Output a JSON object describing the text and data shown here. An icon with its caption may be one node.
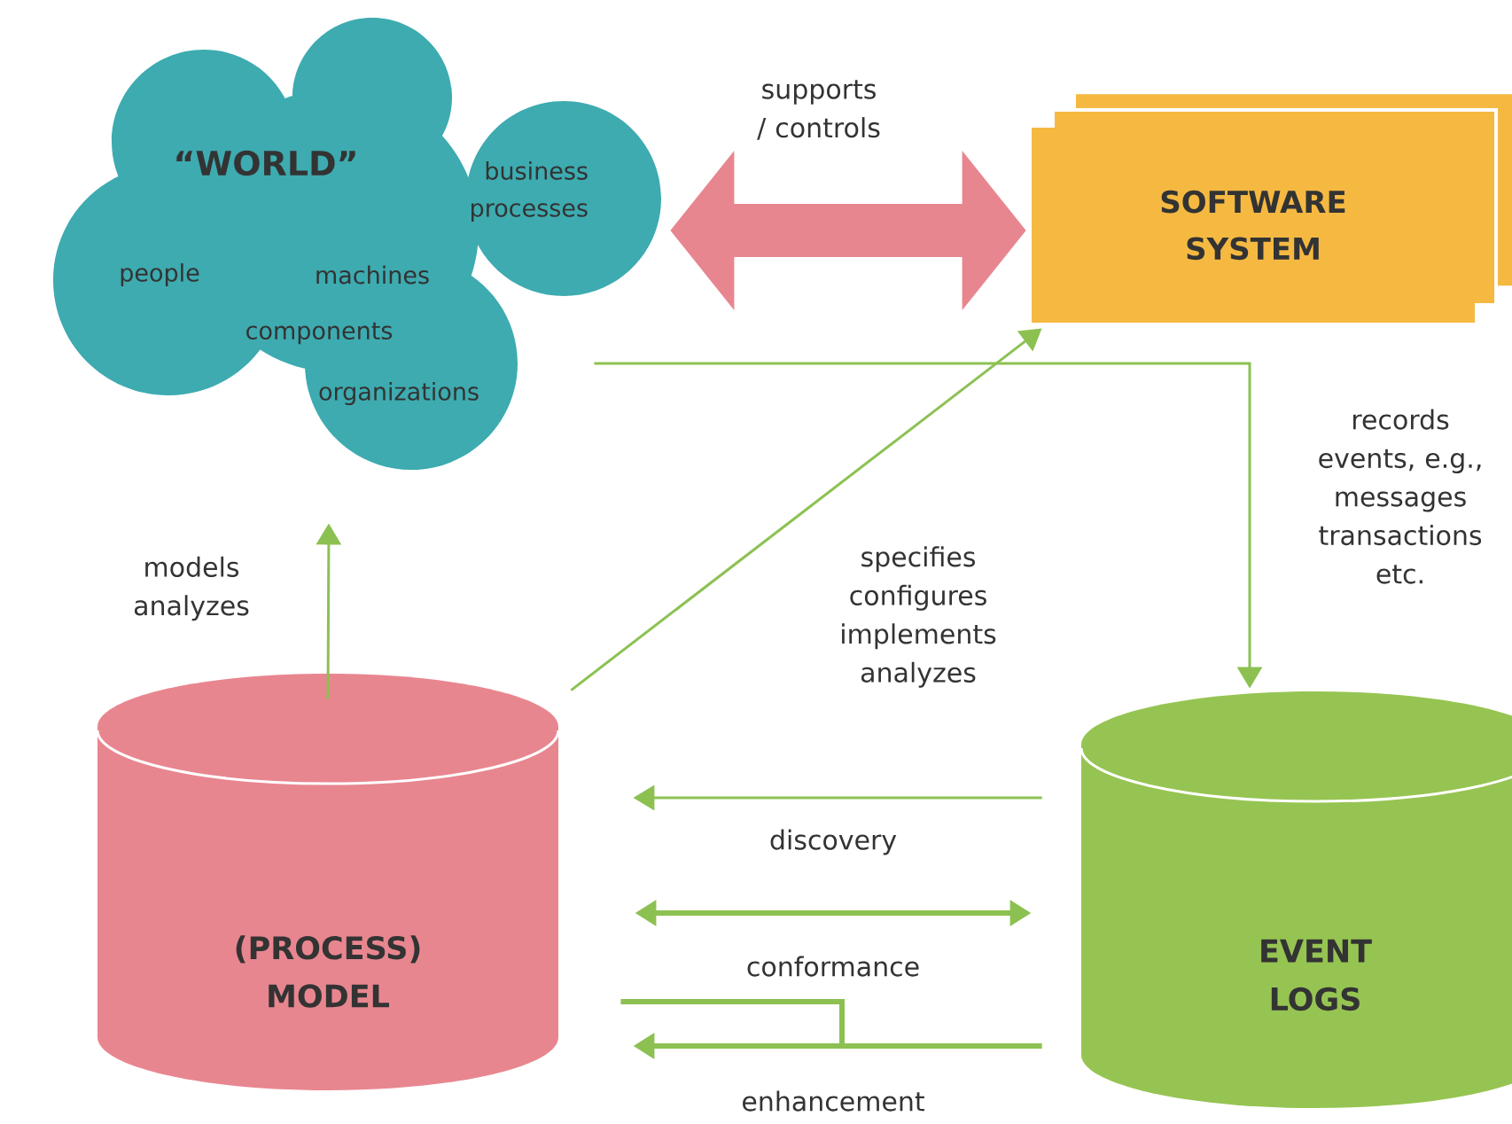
{
  "diagram": {
    "nodes": [
      {
        "text": [
          "“WORLD”",
          "business processes",
          "people",
          "machines",
          "components",
          "organizations"
        ]
      },
      {
        "text": [
          "SOFTWARE SYSTEM"
        ]
      },
      {
        "text": [
          "(PROCESS) MODEL"
        ]
      },
      {
        "text": [
          "EVENT LOGS"
        ]
      }
    ],
    "edges": [
      {
        "from": 0,
        "to": 1,
        "arrow": "both",
        "label": "supports / controls",
        "style": "thick",
        "color": "#e8868f"
      },
      {
        "from": 0,
        "to": 3,
        "arrow": "to",
        "label": "records events, e.g., messages transactions etc."
      },
      {
        "from": 2,
        "to": 0,
        "arrow": "to",
        "label": "models analyzes"
      },
      {
        "from": 2,
        "to": 1,
        "arrow": "to",
        "label": "specifies configures implements analyzes"
      },
      {
        "from": 3,
        "to": 2,
        "arrow": "to",
        "label": "discovery"
      },
      {
        "from": 2,
        "to": 3,
        "arrow": "both",
        "label": "conformance",
        "style": "thick"
      },
      {
        "from": 3,
        "to": 2,
        "arrow": "to",
        "label": "enhancement",
        "style": "thick"
      }
    ]
  }
}
